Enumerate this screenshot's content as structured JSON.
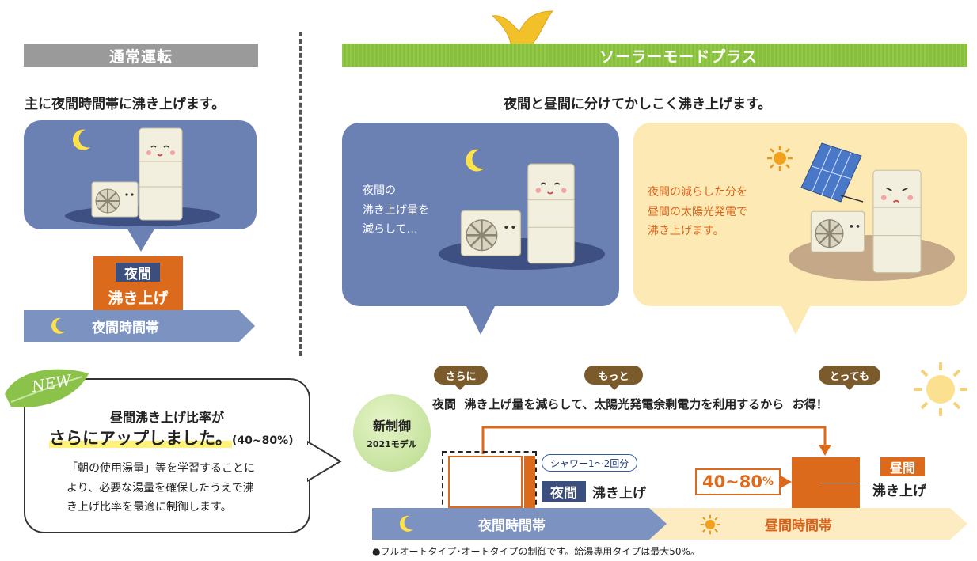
{
  "normal": {
    "header": "通常運転",
    "subtitle": "主に夜間時間帯に沸き上げます。",
    "label_night": "夜間",
    "label_boil": "沸き上げ",
    "timeband": "夜間時間帯"
  },
  "solar": {
    "header": "ソーラーモードプラス",
    "subtitle": "夜間と昼間に分けてかしこく沸き上げます。",
    "night_text": [
      "夜間の",
      "沸き上げ量を",
      "減らして…"
    ],
    "day_text": [
      "夜間の減らした分を",
      "昼間の太陽光発電で",
      "沸き上げます。"
    ]
  },
  "new_feature": {
    "badge": "NEW",
    "title_line1": "昼間沸き上げ比率が",
    "title_line2": "さらにアップしました。",
    "title_range": "(40~80%)",
    "body": [
      "「朝の使用湯量」等を学習することに",
      "より、必要な湯量を確保したうえで沸",
      "き上げ比率を最適に制御します。"
    ]
  },
  "control": {
    "badge_title": "新制御",
    "badge_sub": "2021モデル",
    "pill_sarani": "さらに",
    "pill_motto": "もっと",
    "pill_tottemo": "とっても",
    "headline_1": "夜間",
    "headline_2": "沸き上げ量を減らして、太陽光発電余剰電力を利用するから",
    "headline_3": "お得！",
    "shower": "シャワー1～2回分",
    "night_tag": "夜間",
    "night_boil": "沸き上げ",
    "percent": "40~80",
    "percent_unit": "%",
    "day_tag": "昼間",
    "day_boil": "沸き上げ",
    "band_night": "夜間時間帯",
    "band_day": "昼間時間帯",
    "footnote": "●フルオートタイプ･オートタイプの制御です。給湯専用タイプは最大50%。"
  },
  "colors": {
    "blue": "#6b80b3",
    "navy": "#3b4f7e",
    "orange": "#dc6a1d",
    "green": "#8cc63f",
    "cream": "#fde9b3",
    "brown": "#7b5a2c"
  }
}
